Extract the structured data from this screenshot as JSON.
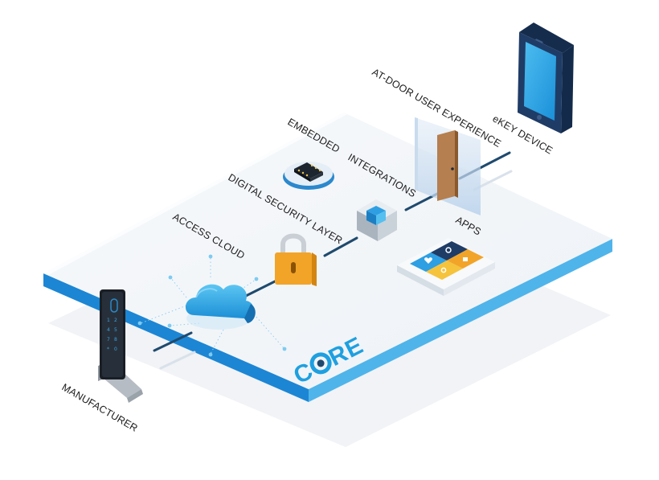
{
  "labels": {
    "manufacturer": "MANUFACTURER",
    "access_cloud": "ACCESS CLOUD",
    "digital_security_layer": "DIGITAL SECURITY LAYER",
    "embedded": "EMBEDDED",
    "integrations": "INTEGRATIONS",
    "at_door_user_experience": "AT-DOOR USER EXPERIENCE",
    "ekey_device": "eKEY DEVICE",
    "apps": "APPS"
  },
  "brand": {
    "logo_text_c": "C",
    "logo_text_re": "RE"
  },
  "colors": {
    "accent_blue": "#1ea0e0",
    "platform_edge": "#1e88d8",
    "connector": "#1f4a6e",
    "lock_gold": "#f2a428",
    "door_brown": "#b57f4f",
    "phone_frame": "#1f3c66",
    "phone_screen": "#2aa7e6"
  },
  "icons": [
    "lock-device-icon",
    "cloud-icon",
    "padlock-icon",
    "chip-icon",
    "cube-icon",
    "door-icon",
    "smartphone-icon",
    "apps-grid-icon"
  ]
}
